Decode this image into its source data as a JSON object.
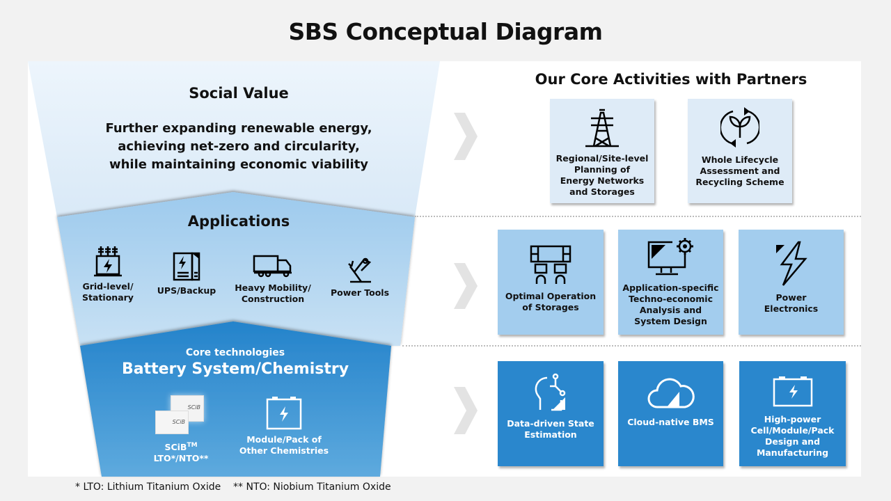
{
  "title": "SBS Conceptual Diagram",
  "funnel": {
    "social_value": {
      "heading": "Social Value",
      "lines": [
        "Further expanding renewable energy,",
        "achieving net-zero and circularity,",
        "while maintaining economic viability"
      ]
    },
    "applications": {
      "heading": "Applications",
      "items": [
        {
          "label1": "Grid-level/",
          "label2": "Stationary",
          "icon": "grid-transformer-icon"
        },
        {
          "label1": "UPS/Backup",
          "label2": "",
          "icon": "ups-icon"
        },
        {
          "label1": "Heavy Mobility/",
          "label2": "Construction",
          "icon": "truck-icon"
        },
        {
          "label1": "Power Tools",
          "label2": "",
          "icon": "robot-arm-icon"
        }
      ]
    },
    "core": {
      "subheading": "Core technologies",
      "heading": "Battery System/Chemistry",
      "items": [
        {
          "label1": "SCiB",
          "tm": "TM",
          "label2": "LTO*/NTO**",
          "image_text": "SCiB"
        },
        {
          "label1": "Module/Pack of",
          "label2": "Other Chemistries"
        }
      ]
    }
  },
  "activities": {
    "heading": "Our Core Activities with Partners",
    "row1": [
      {
        "lines": [
          "Regional/Site-level",
          "Planning of",
          "Energy Networks",
          "and Storages"
        ],
        "icon": "power-tower-icon"
      },
      {
        "lines": [
          "Whole Lifecycle",
          "Assessment and",
          "Recycling Scheme"
        ],
        "icon": "recycle-plant-icon"
      }
    ],
    "row2": [
      {
        "lines": [
          "Optimal Operation",
          "of Storages"
        ],
        "icon": "control-room-icon"
      },
      {
        "lines": [
          "Application-specific",
          "Techno-economic",
          "Analysis and",
          "System Design"
        ],
        "icon": "monitor-gear-icon"
      },
      {
        "lines": [
          "Power",
          "Electronics"
        ],
        "icon": "lightning-icon"
      }
    ],
    "row3": [
      {
        "lines": [
          "Data-driven State",
          "Estimation"
        ],
        "icon": "ai-head-icon"
      },
      {
        "lines": [
          "Cloud-native BMS"
        ],
        "icon": "cloud-icon"
      },
      {
        "lines": [
          "High-power",
          "Cell/Module/Pack",
          "Design and",
          "Manufacturing"
        ],
        "icon": "battery-icon"
      }
    ]
  },
  "footnote": "* LTO: Lithium Titanium Oxide    ** NTO: Niobium Titanium Oxide",
  "colors": {
    "tier1": "#deebf7",
    "tier2": "#a3cdee",
    "tier3": "#2a87cd"
  }
}
